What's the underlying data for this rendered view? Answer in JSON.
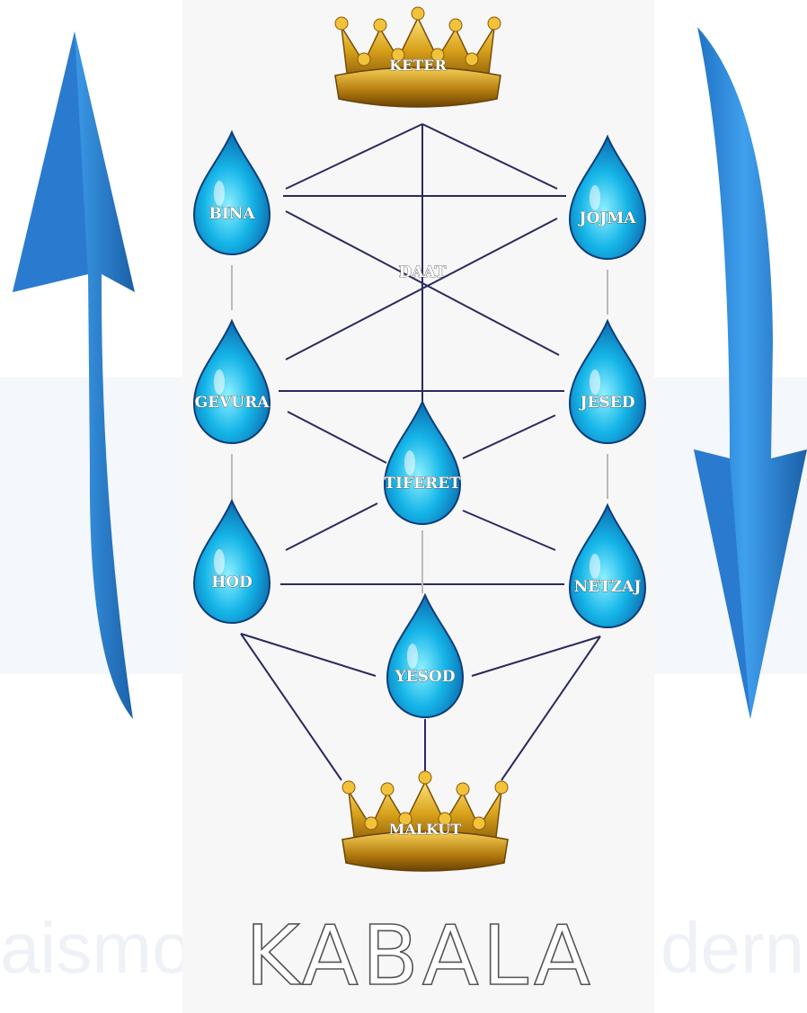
{
  "title": "KABALA",
  "watermark": {
    "left_text": "aismo",
    "right_text": "dern"
  },
  "crowns": {
    "top": "KETER",
    "bottom": "MALKUT"
  },
  "drops": {
    "bina": "BINA",
    "jojma": "JOJMA",
    "daat": "DAAT",
    "gevura": "GEVURA",
    "jesed": "JESED",
    "tiferet": "TIFERET",
    "hod": "HOD",
    "netzaj": "NETZAJ",
    "yesod": "YESOD"
  },
  "arrows": {
    "left": "up-arrow-icon",
    "right": "down-arrow-icon"
  },
  "colors": {
    "panel": "#f7f7f8",
    "line": "#2a2a5e",
    "arrow": "#2f86d8",
    "drop": "#1a9ee0",
    "gold": "#d9a21b"
  }
}
